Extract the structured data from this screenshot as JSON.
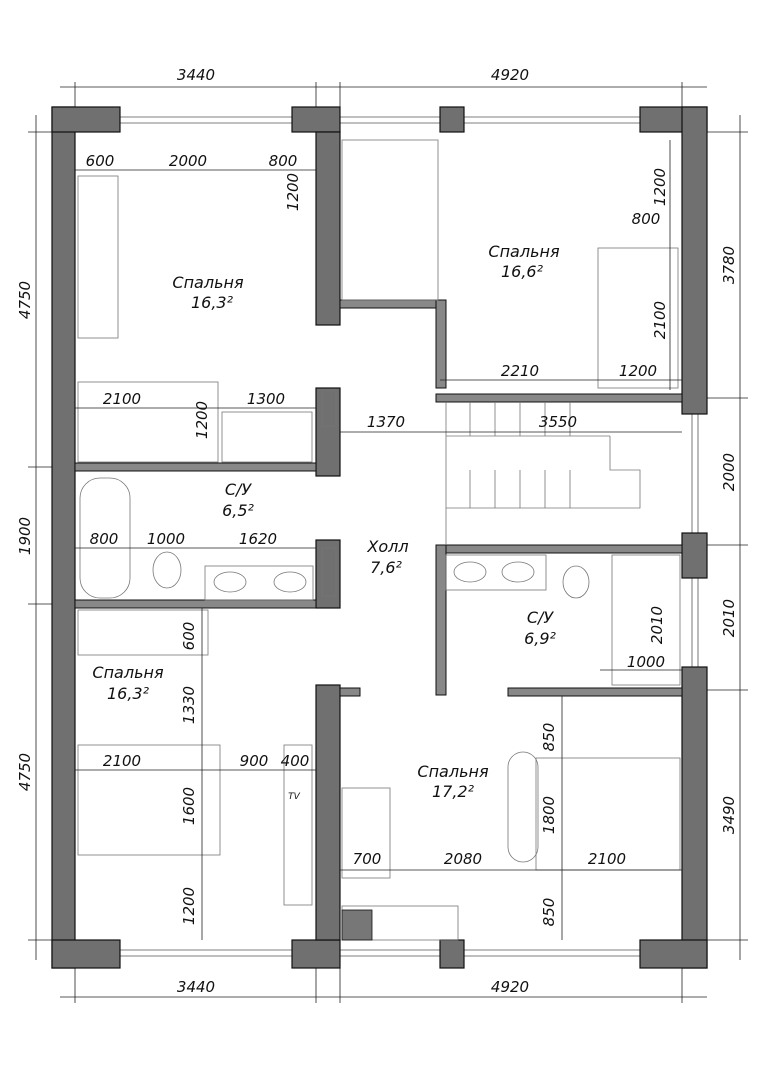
{
  "outer_dimensions": {
    "top": [
      "3440",
      "4920"
    ],
    "bottom": [
      "3440",
      "4920"
    ],
    "left": [
      "4750",
      "1900",
      "4750"
    ],
    "right": [
      "3780",
      "2000",
      "2010",
      "3490"
    ]
  },
  "rooms": [
    {
      "name": "Спальня",
      "area": "16,3²"
    },
    {
      "name": "Спальня",
      "area": "16,6²"
    },
    {
      "name": "С/У",
      "area": "6,5²"
    },
    {
      "name": "Холл",
      "area": "7,6²"
    },
    {
      "name": "С/У",
      "area": "6,9²"
    },
    {
      "name": "Спальня",
      "area": "16,3²"
    },
    {
      "name": "Спальня",
      "area": "17,2²"
    }
  ],
  "inner_dimensions": [
    "600",
    "2000",
    "800",
    "1200",
    "1200",
    "800",
    "2100",
    "2210",
    "1200",
    "2100",
    "1300",
    "1200",
    "1370",
    "3550",
    "800",
    "1000",
    "1620",
    "600",
    "1330",
    "2010",
    "1000",
    "850",
    "2100",
    "900",
    "400",
    "1600",
    "1800",
    "700",
    "2080",
    "2100",
    "1200",
    "850"
  ],
  "tv_label": "TV"
}
